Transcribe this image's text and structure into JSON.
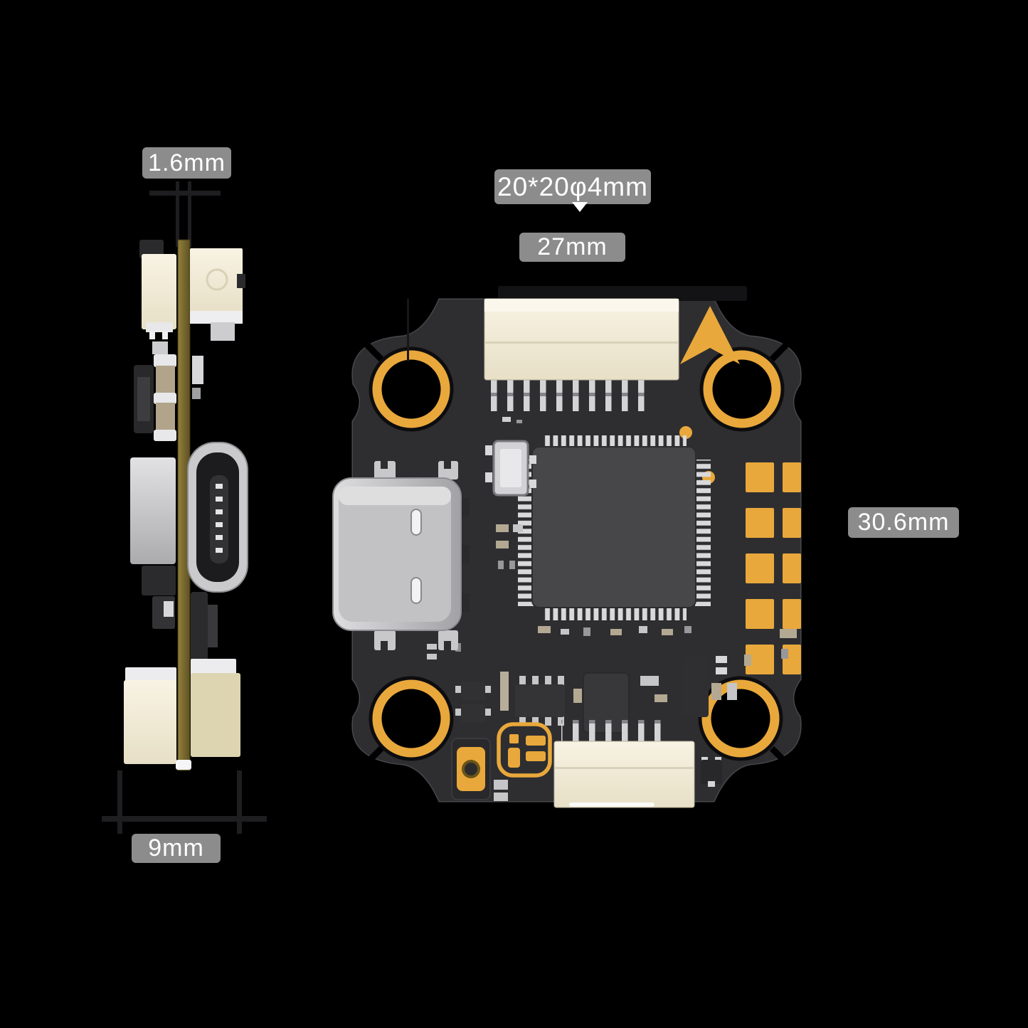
{
  "diagram": {
    "dimension_labels": {
      "thickness": "1.6mm",
      "mounting_pattern": "20*20φ4mm",
      "width": "27mm",
      "height": "30.6mm",
      "stack": "9mm"
    },
    "colors": {
      "background": "#000000",
      "label_background": "#8c8c8c",
      "label_text": "#ffffff",
      "pcb": "#2e2e31",
      "gold_accent": "#e9a83b",
      "connector_cream": "#f2ebd8",
      "metal_silver": "#c9c9cb",
      "pcb_edge_olive": "#7a6a2c",
      "dimension_line": "#1e1e21"
    },
    "icons": {
      "direction_arrow": "▲",
      "iflight_logo": "iF"
    }
  }
}
